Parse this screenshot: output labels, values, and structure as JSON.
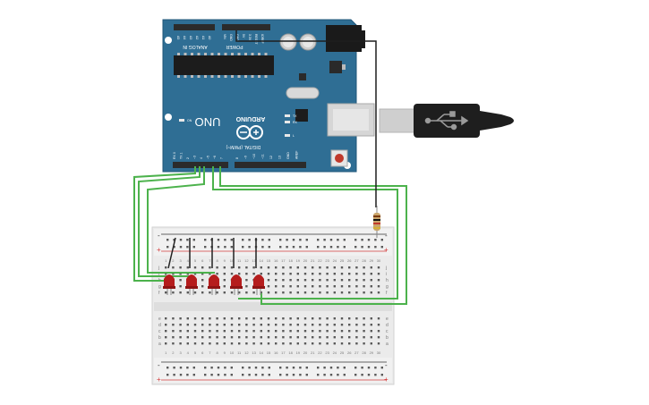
{
  "arduino": {
    "brand": "ARDUINO",
    "model": "UNO",
    "analog_header": "ANALOG IN",
    "analog_pins": [
      "A5",
      "A4",
      "A3",
      "A2",
      "A1",
      "A0"
    ],
    "power_header": "POWER",
    "power_pins": [
      "VIN",
      "GND",
      "GND",
      "5V",
      "3.3V",
      "RESET",
      "IOREF"
    ],
    "digital_header": "DIGITAL (PWM~)",
    "digital_pins_left": [
      "RX 0",
      "TX 1",
      "2",
      "~3",
      "4",
      "~5",
      "~6",
      "7"
    ],
    "digital_pins_right": [
      "8",
      "~9",
      "~10",
      "~11",
      "12",
      "13",
      "GND",
      "AREF"
    ],
    "leds": [
      "ON",
      "TX",
      "RX",
      "L"
    ],
    "colors": {
      "board": "#2f6e94",
      "board_edge": "#1f5579",
      "header": "#2b2b2b"
    }
  },
  "breadboard": {
    "top_rail_signs": [
      "-",
      "+"
    ],
    "bottom_rail_signs": [
      "-",
      "+"
    ],
    "row_letters_top": [
      "j",
      "i",
      "h",
      "g",
      "f"
    ],
    "row_letters_bottom": [
      "e",
      "d",
      "c",
      "b",
      "a"
    ],
    "column_numbers": [
      "1",
      "2",
      "3",
      "4",
      "5",
      "6",
      "7",
      "8",
      "9",
      "10",
      "11",
      "12",
      "13",
      "14",
      "15",
      "16",
      "17",
      "18",
      "19",
      "20",
      "21",
      "22",
      "23",
      "24",
      "25",
      "26",
      "27",
      "28",
      "29",
      "30"
    ],
    "colors": {
      "body": "#e9e9e9",
      "hole": "#555555",
      "rail_red": "#d43c3c",
      "rail_black": "#333333"
    }
  },
  "components": {
    "led_count": 5,
    "led_color": "#b51d1d",
    "wire_color": "#4cb24c",
    "resistor_color": "#c9a46a"
  },
  "usb": {
    "cable_color": "#1e1e1e",
    "plug_color": "#c8c8c8"
  }
}
